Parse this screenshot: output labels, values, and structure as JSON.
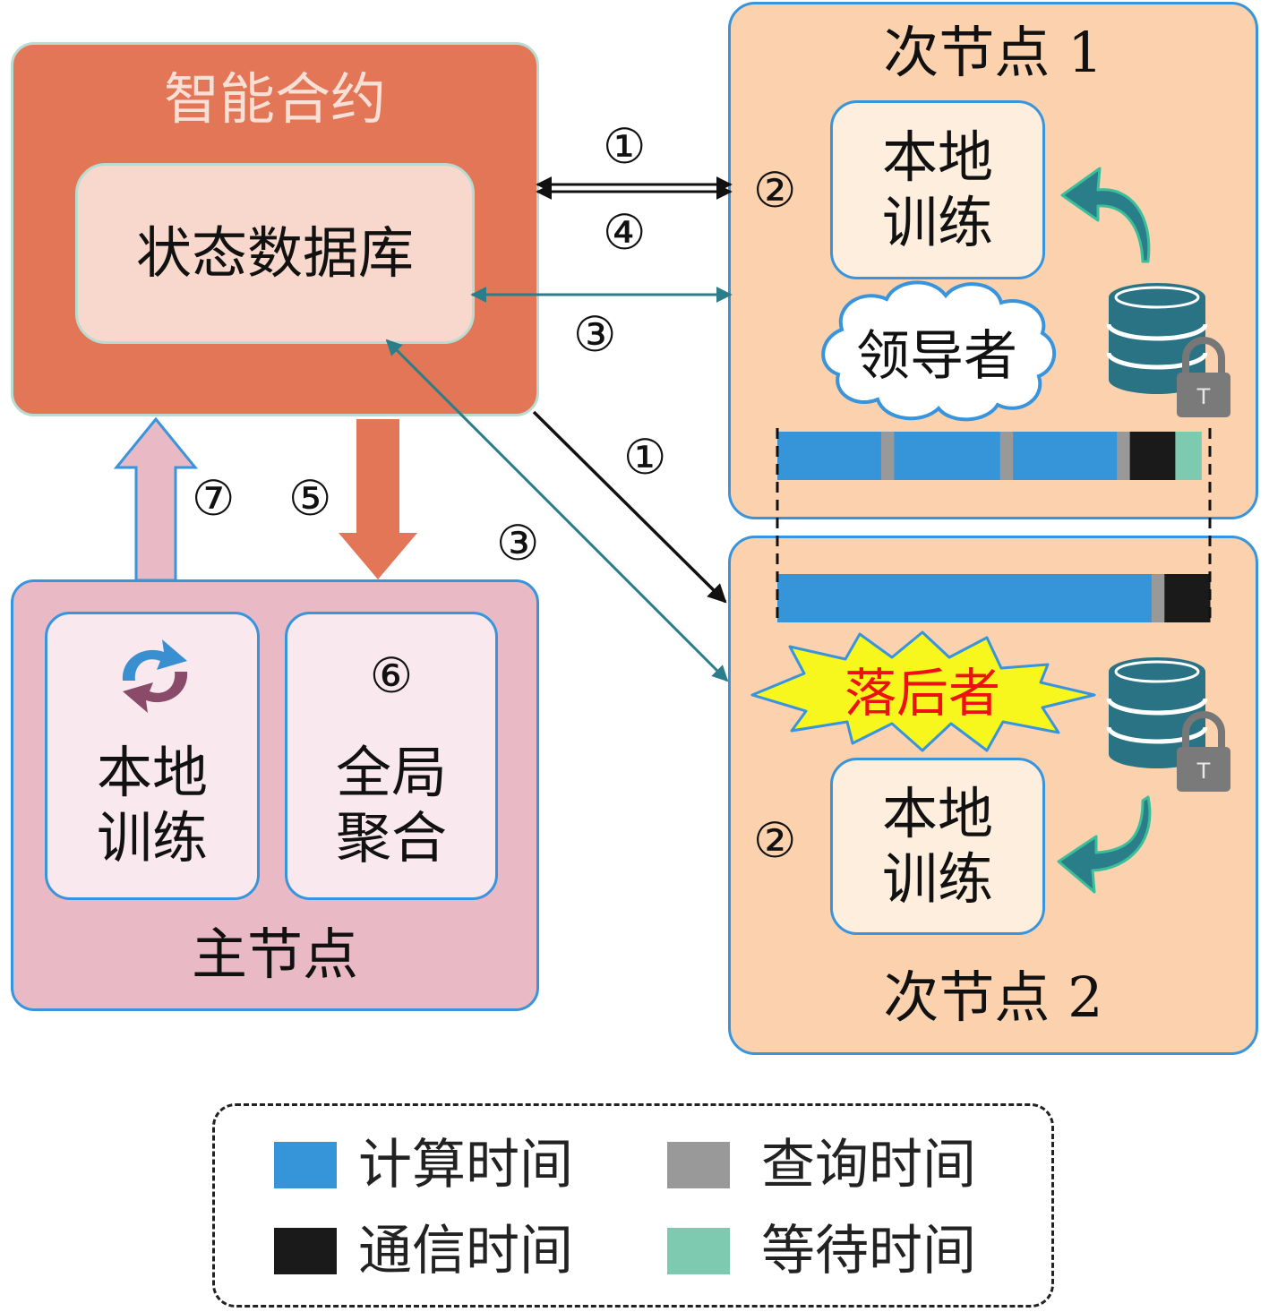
{
  "contract": {
    "title": "智能合约",
    "database": "状态数据库"
  },
  "main_node": {
    "title": "主节点",
    "local_training": "本地\n训练",
    "global_aggregation": "全局\n聚合",
    "step": "⑥"
  },
  "node1": {
    "title": "次节点 1",
    "local_training": "本地\n训练",
    "step": "②",
    "role": "领导者"
  },
  "node2": {
    "title": "次节点 2",
    "local_training": "本地\n训练",
    "step": "②",
    "role": "落后者"
  },
  "steps": {
    "s1_node1": "①",
    "s4_node1": "④",
    "s3_node1": "③",
    "s1_node2": "①",
    "s3_node2": "③",
    "s7": "⑦",
    "s5": "⑤"
  },
  "timeline": {
    "node1": [
      {
        "kind": "compute",
        "fraction": 0.24
      },
      {
        "kind": "query",
        "fraction": 0.03
      },
      {
        "kind": "compute",
        "fraction": 0.245
      },
      {
        "kind": "query",
        "fraction": 0.03
      },
      {
        "kind": "compute",
        "fraction": 0.24
      },
      {
        "kind": "query",
        "fraction": 0.03
      },
      {
        "kind": "comm",
        "fraction": 0.105
      },
      {
        "kind": "wait",
        "fraction": 0.06
      }
    ],
    "node2": [
      {
        "kind": "compute",
        "fraction": 0.865
      },
      {
        "kind": "query",
        "fraction": 0.03
      },
      {
        "kind": "comm",
        "fraction": 0.105
      }
    ]
  },
  "legend": {
    "compute": {
      "label": "计算时间",
      "color": "#3694d9"
    },
    "query": {
      "label": "查询时间",
      "color": "#999999"
    },
    "comm": {
      "label": "通信时间",
      "color": "#1a1a1a"
    },
    "wait": {
      "label": "等待时间",
      "color": "#7ecab0"
    }
  },
  "colors": {
    "contract": "#e27656",
    "main_node": "#eab9c6",
    "secondary_node": "#fbd2ad",
    "teal_arrow": "#2a7e8a",
    "straggler_text": "#ee1111",
    "star_fill": "#f7f61d"
  },
  "icons": [
    "refresh-icon",
    "database-lock-icon",
    "curved-arrow-icon",
    "cloud-icon",
    "explosion-icon"
  ]
}
